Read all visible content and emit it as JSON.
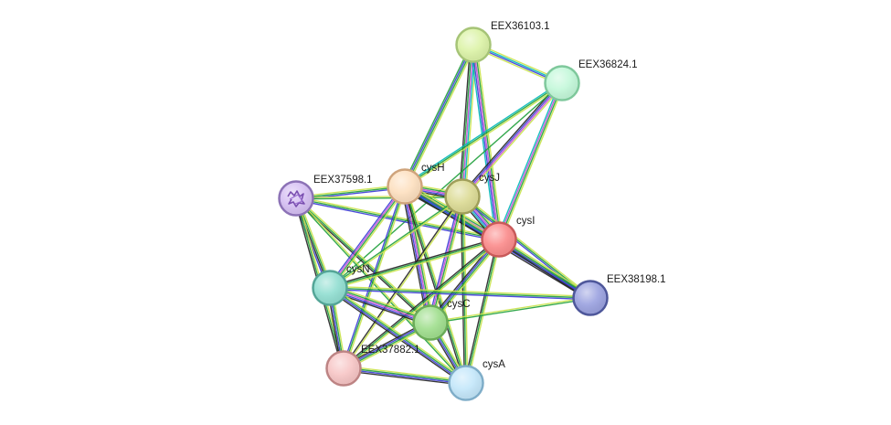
{
  "nodes": [
    {
      "id": "EEX36103.1",
      "label": "EEX36103.1",
      "color": "#dcf3a8",
      "stroke": "#a6c477"
    },
    {
      "id": "EEX36824.1",
      "label": "EEX36824.1",
      "color": "#c4f8da",
      "stroke": "#7fc89c"
    },
    {
      "id": "EEX37598.1",
      "label": "EEX37598.1",
      "color": "#d6c0f3",
      "stroke": "#8c72b6",
      "has_structure_icon": true
    },
    {
      "id": "cysH",
      "label": "cysH",
      "color": "#fde0c0",
      "stroke": "#cfa47c"
    },
    {
      "id": "cysJ",
      "label": "cysJ",
      "color": "#dcdb96",
      "stroke": "#9f9e5a"
    },
    {
      "id": "cysI",
      "label": "cysI",
      "color": "#fb8d8d",
      "stroke": "#c85a5a"
    },
    {
      "id": "EEX38198.1",
      "label": "EEX38198.1",
      "color": "#9ca3e0",
      "stroke": "#4e579a"
    },
    {
      "id": "cysN",
      "label": "cysN",
      "color": "#93dfd2",
      "stroke": "#54a597"
    },
    {
      "id": "cysC",
      "label": "cysC",
      "color": "#a1df8f",
      "stroke": "#6aab58"
    },
    {
      "id": "EEX37882.1",
      "label": "EEX37882.1",
      "color": "#f7c6c6",
      "stroke": "#bd8484"
    },
    {
      "id": "cysA",
      "label": "cysA",
      "color": "#c4e7fa",
      "stroke": "#7fadc8"
    }
  ],
  "edges": [
    {
      "source": "EEX36103.1",
      "target": "EEX36824.1",
      "evidence": [
        "#c9e34a",
        "#00b8b8",
        "#3a3ad6",
        "#c9e34a"
      ]
    },
    {
      "source": "EEX36103.1",
      "target": "cysH",
      "evidence": [
        "#c9e34a",
        "#1e9e3a",
        "#3a3ad6",
        "#1e9e3a"
      ]
    },
    {
      "source": "EEX36103.1",
      "target": "cysJ",
      "evidence": [
        "#c9e34a",
        "#00b8b8",
        "#c24ad6",
        "#1e9e3a",
        "#222222"
      ]
    },
    {
      "source": "EEX36103.1",
      "target": "cysI",
      "evidence": [
        "#c9e34a",
        "#1e9e3a",
        "#c24ad6",
        "#3a3ad6",
        "#00b8b8"
      ]
    },
    {
      "source": "EEX36824.1",
      "target": "cysH",
      "evidence": [
        "#c9e34a",
        "#1e9e3a",
        "#00b8b8"
      ]
    },
    {
      "source": "EEX36824.1",
      "target": "cysJ",
      "evidence": [
        "#c9e34a",
        "#c24ad6",
        "#3a3ad6",
        "#222222"
      ]
    },
    {
      "source": "EEX36824.1",
      "target": "cysI",
      "evidence": [
        "#c9e34a",
        "#1e9e3a",
        "#c24ad6",
        "#00b8b8"
      ]
    },
    {
      "source": "EEX36824.1",
      "target": "cysN",
      "evidence": [
        "#1e9e3a"
      ]
    },
    {
      "source": "EEX37598.1",
      "target": "cysH",
      "evidence": [
        "#c9e34a",
        "#1e9e3a",
        "#3a3ad6"
      ]
    },
    {
      "source": "EEX37598.1",
      "target": "cysJ",
      "evidence": [
        "#c9e34a",
        "#1e9e3a"
      ]
    },
    {
      "source": "EEX37598.1",
      "target": "cysI",
      "evidence": [
        "#c9e34a",
        "#1e9e3a",
        "#3a3ad6"
      ]
    },
    {
      "source": "EEX37598.1",
      "target": "cysN",
      "evidence": [
        "#c9e34a",
        "#1e9e3a",
        "#222222",
        "#3a3ad6"
      ]
    },
    {
      "source": "EEX37598.1",
      "target": "cysC",
      "evidence": [
        "#c9e34a",
        "#1e9e3a",
        "#222222"
      ]
    },
    {
      "source": "EEX37598.1",
      "target": "EEX37882.1",
      "evidence": [
        "#c9e34a",
        "#1e9e3a",
        "#222222"
      ]
    },
    {
      "source": "EEX37598.1",
      "target": "cysA",
      "evidence": [
        "#c9e34a",
        "#1e9e3a"
      ]
    },
    {
      "source": "cysH",
      "target": "cysJ",
      "evidence": [
        "#c9e34a",
        "#1e9e3a",
        "#c24ad6",
        "#3a3ad6",
        "#222222"
      ]
    },
    {
      "source": "cysH",
      "target": "cysI",
      "evidence": [
        "#c9e34a",
        "#1e9e3a",
        "#c24ad6",
        "#3a3ad6",
        "#00b8b8",
        "#222222"
      ]
    },
    {
      "source": "cysH",
      "target": "cysN",
      "evidence": [
        "#c9e34a",
        "#1e9e3a",
        "#c24ad6",
        "#3a3ad6"
      ]
    },
    {
      "source": "cysH",
      "target": "cysC",
      "evidence": [
        "#c9e34a",
        "#1e9e3a",
        "#c24ad6",
        "#3a3ad6",
        "#222222"
      ]
    },
    {
      "source": "cysH",
      "target": "EEX37882.1",
      "evidence": [
        "#c9e34a",
        "#1e9e3a",
        "#3a3ad6"
      ]
    },
    {
      "source": "cysH",
      "target": "cysA",
      "evidence": [
        "#c9e34a",
        "#1e9e3a",
        "#222222"
      ]
    },
    {
      "source": "cysH",
      "target": "EEX38198.1",
      "evidence": [
        "#c9e34a",
        "#1e9e3a",
        "#3a3ad6",
        "#222222"
      ]
    },
    {
      "source": "cysJ",
      "target": "cysI",
      "evidence": [
        "#c9e34a",
        "#1e9e3a",
        "#c24ad6",
        "#3a3ad6",
        "#00b8b8",
        "#222222"
      ]
    },
    {
      "source": "cysJ",
      "target": "cysN",
      "evidence": [
        "#c9e34a",
        "#1e9e3a"
      ]
    },
    {
      "source": "cysJ",
      "target": "cysC",
      "evidence": [
        "#c9e34a",
        "#1e9e3a",
        "#c24ad6",
        "#3a3ad6"
      ]
    },
    {
      "source": "cysJ",
      "target": "EEX37882.1",
      "evidence": [
        "#c9e34a",
        "#222222"
      ]
    },
    {
      "source": "cysJ",
      "target": "cysA",
      "evidence": [
        "#c9e34a",
        "#1e9e3a",
        "#222222"
      ]
    },
    {
      "source": "cysJ",
      "target": "EEX38198.1",
      "evidence": [
        "#c9e34a",
        "#1e9e3a",
        "#3a3ad6"
      ]
    },
    {
      "source": "cysI",
      "target": "EEX38198.1",
      "evidence": [
        "#c9e34a",
        "#1e9e3a",
        "#3a3ad6",
        "#222222"
      ]
    },
    {
      "source": "cysI",
      "target": "cysN",
      "evidence": [
        "#c9e34a",
        "#1e9e3a",
        "#222222"
      ]
    },
    {
      "source": "cysI",
      "target": "cysC",
      "evidence": [
        "#c9e34a",
        "#1e9e3a",
        "#3a3ad6",
        "#222222"
      ]
    },
    {
      "source": "cysI",
      "target": "EEX37882.1",
      "evidence": [
        "#c9e34a",
        "#1e9e3a",
        "#222222"
      ]
    },
    {
      "source": "cysI",
      "target": "cysA",
      "evidence": [
        "#c9e34a",
        "#1e9e3a",
        "#222222"
      ]
    },
    {
      "source": "cysN",
      "target": "cysC",
      "evidence": [
        "#c9e34a",
        "#1e9e3a",
        "#c24ad6",
        "#3a3ad6",
        "#222222"
      ]
    },
    {
      "source": "cysN",
      "target": "EEX37882.1",
      "evidence": [
        "#c9e34a",
        "#1e9e3a",
        "#3a3ad6",
        "#222222"
      ]
    },
    {
      "source": "cysN",
      "target": "cysA",
      "evidence": [
        "#c9e34a",
        "#1e9e3a",
        "#3a3ad6",
        "#222222"
      ]
    },
    {
      "source": "cysN",
      "target": "EEX38198.1",
      "evidence": [
        "#c9e34a",
        "#1e9e3a",
        "#3a3ad6"
      ]
    },
    {
      "source": "cysC",
      "target": "EEX37882.1",
      "evidence": [
        "#c9e34a",
        "#1e9e3a",
        "#3a3ad6",
        "#222222"
      ]
    },
    {
      "source": "cysC",
      "target": "cysA",
      "evidence": [
        "#c9e34a",
        "#1e9e3a",
        "#3a3ad6",
        "#222222"
      ]
    },
    {
      "source": "cysC",
      "target": "EEX38198.1",
      "evidence": [
        "#c9e34a",
        "#1e9e3a"
      ]
    },
    {
      "source": "EEX37882.1",
      "target": "cysA",
      "evidence": [
        "#c9e34a",
        "#1e9e3a",
        "#3a3ad6",
        "#222222"
      ]
    }
  ]
}
